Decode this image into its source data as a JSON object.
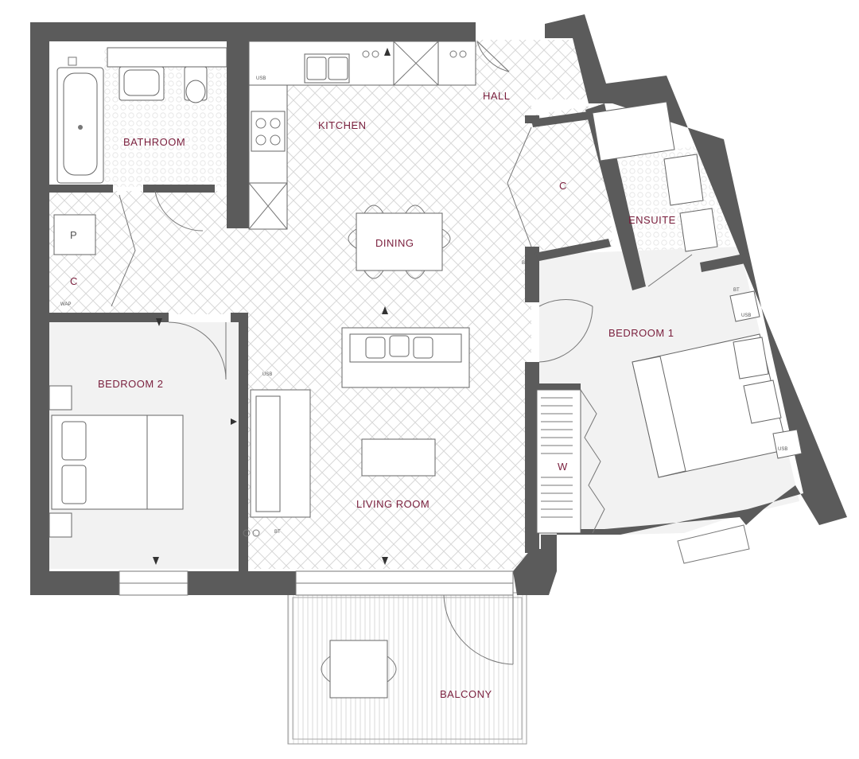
{
  "rooms": {
    "bathroom": "BATHROOM",
    "kitchen": "KITCHEN",
    "hall": "HALL",
    "cupboard_hall": "C",
    "ensuite": "ENSUITE",
    "dining": "DINING",
    "cupboard_left": "C",
    "plant": "P",
    "bedroom_1": "BEDROOM 1",
    "bedroom_2": "BEDROOM 2",
    "wardrobe": "W",
    "living_room": "LIVING ROOM",
    "balcony": "BALCONY"
  },
  "tags": {
    "usb": "USB",
    "bt": "BT",
    "wap": "WAP"
  },
  "colors": {
    "walls": "#5b5b5b",
    "labels": "#7a1f3d",
    "floor_pattern": "#d8d8d8",
    "tile_pattern": "#e6e6e6"
  },
  "icons": [
    "bathtub-icon",
    "sink-icon",
    "toilet-icon",
    "hob-icon",
    "bed-icon",
    "sofa-icon",
    "chair-icon",
    "table-icon",
    "socket-icon",
    "window-icon",
    "door-swing-icon"
  ]
}
